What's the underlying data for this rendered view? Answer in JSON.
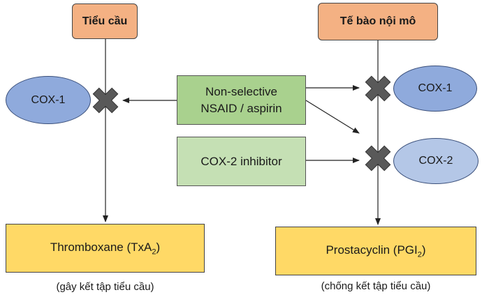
{
  "cells": {
    "platelet": "Tiểu cầu",
    "endothelial": "Tế bào nội mô"
  },
  "enzymes": {
    "left_cox1": "COX-1",
    "right_cox1": "COX-1",
    "right_cox2": "COX-2"
  },
  "inhibitors": {
    "nsaid_line1": "Non-selective",
    "nsaid_line2": "NSAID / aspirin",
    "cox2_inhibitor": "COX-2 inhibitor"
  },
  "products": {
    "thromboxane_main": "Thromboxane (TxA",
    "thromboxane_sub": "2",
    "thromboxane_end": ")",
    "prostacyclin_main": "Prostacyclin (PGI",
    "prostacyclin_sub": "2",
    "prostacyclin_end": ")"
  },
  "captions": {
    "left": "(gây kết tập tiểu cầu)",
    "right": "(chống kết tập tiểu cầu)"
  },
  "colors": {
    "cell_box": "#f4b183",
    "inhibitor_dark": "#a9d18e",
    "inhibitor_light": "#c5e0b4",
    "product_box": "#ffd966",
    "cox_dark": "#8faadc",
    "cox_light": "#b4c7e7",
    "block_marker": "#595959"
  }
}
